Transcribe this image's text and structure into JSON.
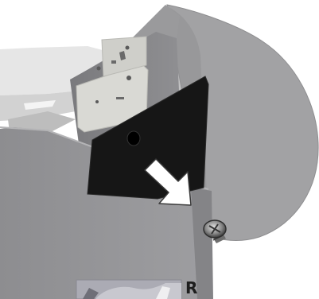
{
  "illustration": {
    "subject": "roll-cover-screw-removal",
    "side_label": "R",
    "arrow_icon": "arrow-down-right",
    "screw_icon": "phillips-screw",
    "colors": {
      "housing": "#9c9c9e",
      "housing_dark": "#87878a",
      "roll_cover": "#a2a2a4",
      "cover_plate": "#161616",
      "bracket": "#d9d9d4",
      "arrow": "#ffffff",
      "screw": "#6e6e6e"
    }
  }
}
